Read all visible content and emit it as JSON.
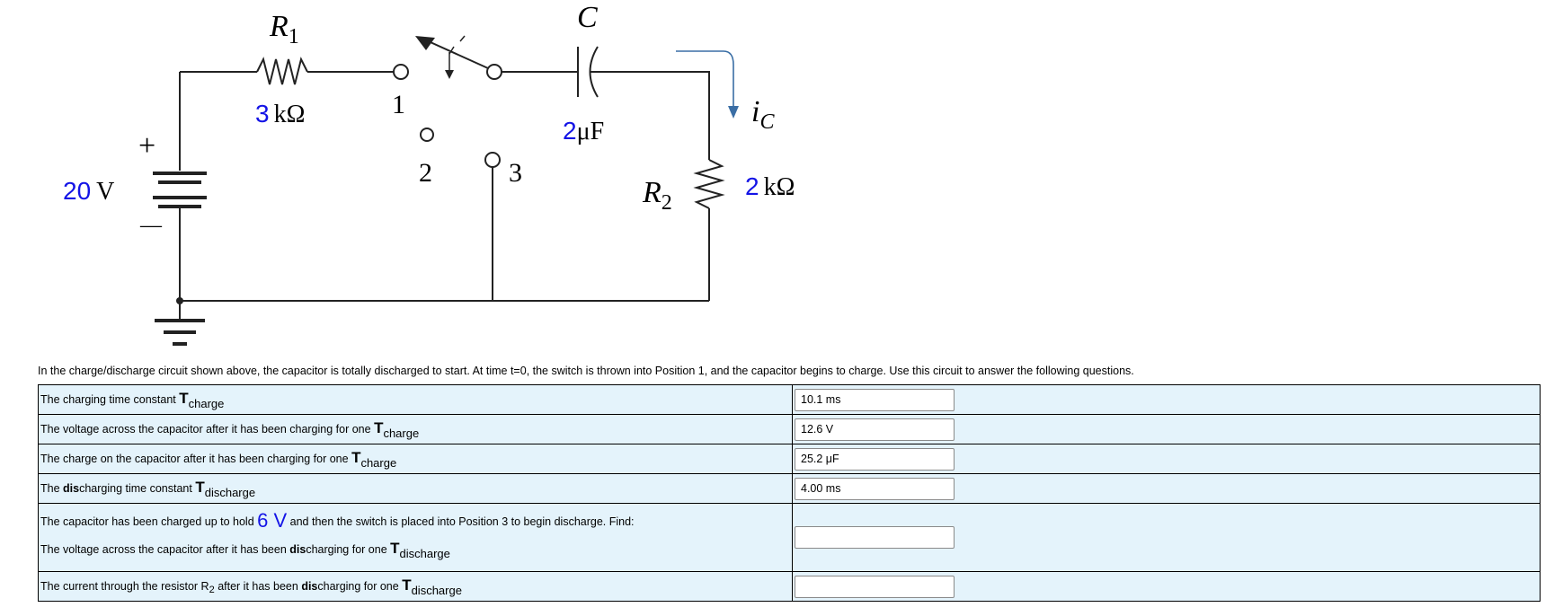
{
  "circuit": {
    "r1_symbol": "R",
    "r1_sub": "1",
    "r1_value": "3",
    "r1_unit": "kΩ",
    "cap_symbol": "C",
    "cap_value": "2",
    "cap_unit": "μF",
    "r2_symbol": "R",
    "r2_sub": "2",
    "r2_value": "2",
    "r2_unit": "kΩ",
    "source_value": "20",
    "source_unit": "V",
    "plus": "+",
    "minus": "—",
    "pos1": "1",
    "pos2": "2",
    "pos3": "3",
    "ic_label": "i",
    "ic_sub": "C"
  },
  "intro_text": "In the charge/discharge circuit shown above, the capacitor is totally discharged to start.  At time t=0, the switch is thrown into Position 1, and the capacitor begins to charge.  Use this circuit to answer the following questions.",
  "tau": "T",
  "questions": {
    "q1": {
      "text": "The charging time constant ",
      "sub": "charge",
      "answer": "10.1 ms"
    },
    "q2": {
      "text": "The voltage across the capacitor after it has been charging for one ",
      "sub": "charge",
      "answer": "12.6 V"
    },
    "q3": {
      "text": "The charge on the capacitor after it has been charging for one ",
      "sub": "charge",
      "answer": "25.2 μF"
    },
    "q4": {
      "pre": "The ",
      "bold": "dis",
      "post": "charging time constant ",
      "sub": "discharge",
      "answer": "4.00 ms"
    },
    "q5": {
      "pre": "The capacitor has been charged up to hold ",
      "value": "6 V",
      "post": " and then the switch is placed into Position 3 to begin discharge. Find:"
    },
    "q6": {
      "pre": "The voltage across the capacitor after it has been ",
      "bold": "dis",
      "post": "charging for one ",
      "sub": "discharge",
      "answer": ""
    },
    "q7": {
      "pre": "The current through the resistor R",
      "rsub": "2",
      "mid": " after it has been ",
      "bold": "dis",
      "post": "charging for one ",
      "sub": "discharge",
      "answer": ""
    }
  }
}
